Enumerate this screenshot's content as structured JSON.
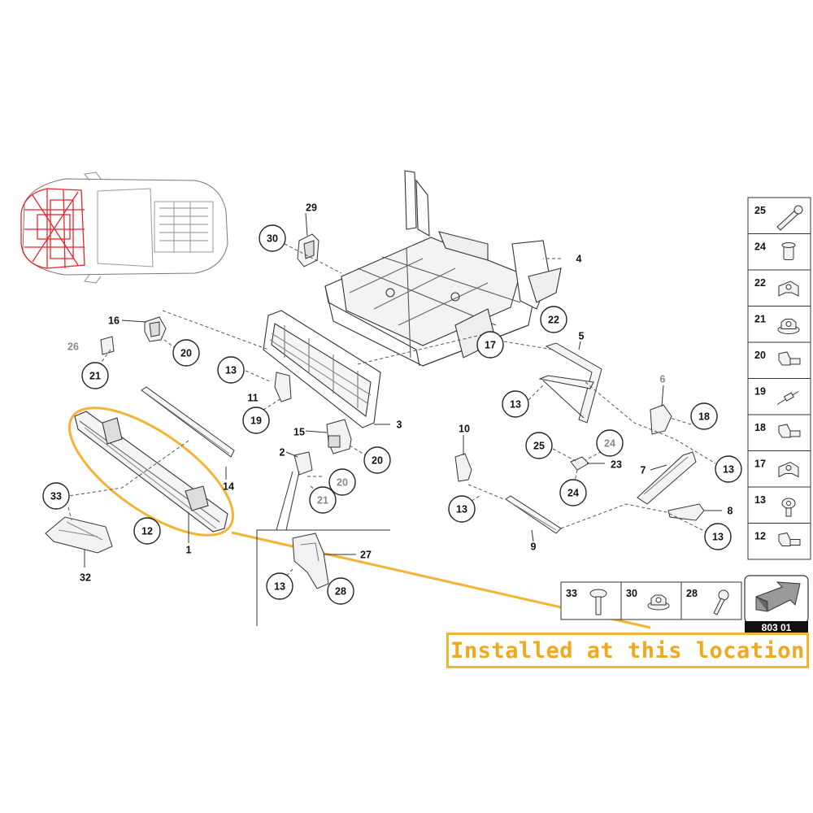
{
  "accent_color": "#f5b335",
  "callout": {
    "text": "Installed at this location"
  },
  "diagram_ref": "803 01",
  "callouts": [
    {
      "id": "c25a",
      "label": "25",
      "circled": true
    },
    {
      "id": "c30",
      "label": "30",
      "circled": true
    },
    {
      "id": "c29",
      "label": "29",
      "circled": false
    },
    {
      "id": "c4",
      "label": "4",
      "circled": false
    },
    {
      "id": "c22",
      "label": "22",
      "circled": true
    },
    {
      "id": "c17",
      "label": "17",
      "circled": true
    },
    {
      "id": "c16",
      "label": "16",
      "circled": false
    },
    {
      "id": "c26",
      "label": "26",
      "circled": false,
      "grey": true
    },
    {
      "id": "c20a",
      "label": "20",
      "circled": true
    },
    {
      "id": "c21a",
      "label": "21",
      "circled": true
    },
    {
      "id": "c13a",
      "label": "13",
      "circled": true
    },
    {
      "id": "c11",
      "label": "11",
      "circled": false
    },
    {
      "id": "c19",
      "label": "19",
      "circled": true
    },
    {
      "id": "c3",
      "label": "3",
      "circled": false
    },
    {
      "id": "c15",
      "label": "15",
      "circled": false
    },
    {
      "id": "c20b",
      "label": "20",
      "circled": true
    },
    {
      "id": "c2",
      "label": "2",
      "circled": false
    },
    {
      "id": "c20c",
      "label": "20",
      "circled": true,
      "grey": true
    },
    {
      "id": "c21b",
      "label": "21",
      "circled": true,
      "grey": true
    },
    {
      "id": "c14",
      "label": "14",
      "circled": false
    },
    {
      "id": "c33",
      "label": "33",
      "circled": true
    },
    {
      "id": "c12",
      "label": "12",
      "circled": true
    },
    {
      "id": "c1",
      "label": "1",
      "circled": false
    },
    {
      "id": "c32",
      "label": "32",
      "circled": false
    },
    {
      "id": "c27",
      "label": "27",
      "circled": false
    },
    {
      "id": "c13b",
      "label": "13",
      "circled": true
    },
    {
      "id": "c28",
      "label": "28",
      "circled": true
    },
    {
      "id": "c5",
      "label": "5",
      "circled": false
    },
    {
      "id": "c13c",
      "label": "13",
      "circled": true
    },
    {
      "id": "c10",
      "label": "10",
      "circled": false
    },
    {
      "id": "c25b",
      "label": "25",
      "circled": true
    },
    {
      "id": "c24a",
      "label": "24",
      "circled": true,
      "grey": true
    },
    {
      "id": "c23",
      "label": "23",
      "circled": false
    },
    {
      "id": "c24b",
      "label": "24",
      "circled": true
    },
    {
      "id": "c13d",
      "label": "13",
      "circled": true
    },
    {
      "id": "c9",
      "label": "9",
      "circled": false
    },
    {
      "id": "c6",
      "label": "6",
      "circled": false,
      "grey": true
    },
    {
      "id": "c18",
      "label": "18",
      "circled": true
    },
    {
      "id": "c7",
      "label": "7",
      "circled": false
    },
    {
      "id": "c13e",
      "label": "13",
      "circled": true
    },
    {
      "id": "c8",
      "label": "8",
      "circled": false
    },
    {
      "id": "c13f",
      "label": "13",
      "circled": true
    }
  ],
  "fastener_legend": [
    {
      "label": "25",
      "icon": "long-bolt-icon"
    },
    {
      "label": "24",
      "icon": "rivet-nut-icon"
    },
    {
      "label": "22",
      "icon": "bracket-clip-icon"
    },
    {
      "label": "21",
      "icon": "flange-nut-icon"
    },
    {
      "label": "20",
      "icon": "hex-bolt-icon"
    },
    {
      "label": "19",
      "icon": "blind-rivet-icon"
    },
    {
      "label": "18",
      "icon": "hex-bolt-icon"
    },
    {
      "label": "17",
      "icon": "bracket-clip-icon"
    },
    {
      "label": "13",
      "icon": "torx-screw-icon"
    },
    {
      "label": "12",
      "icon": "hex-bolt-icon"
    }
  ],
  "bottom_legend": [
    {
      "label": "33",
      "icon": "torx-bolt-icon"
    },
    {
      "label": "30",
      "icon": "flange-nut-icon"
    },
    {
      "label": "28",
      "icon": "shoulder-bolt-icon"
    }
  ]
}
